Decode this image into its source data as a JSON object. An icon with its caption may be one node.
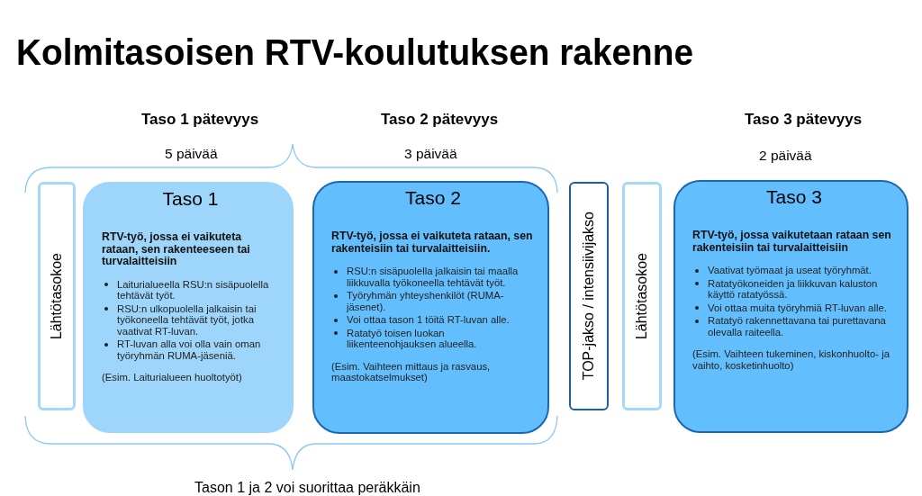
{
  "diagram": {
    "title": "Kolmitasoisen RTV-koulutuksen rakenne",
    "nodes": [
      {
        "text": [
          "Lähtötasokoe"
        ]
      },
      {
        "text": [
          "Taso 1",
          "RTV-työ, jossa ei vaikuteta rataan, sen rakenteeseen tai turvalaitteisiin",
          "Laiturialueella RSU:n sisäpuolella tehtävät työt.",
          "RSU:n ulkopuolella jalkaisin tai työkoneella tehtävät työt, jotka vaativat RT-luvan.",
          "RT-luvan alla voi olla vain oman työryhmän RUMA-jäseniä.",
          "(Esim. Laiturialueen huoltotyöt)"
        ]
      },
      {
        "text": [
          "Taso 2",
          "RTV-työ, jossa ei vaikuteta rataan, sen rakenteisiin tai turvalaitteisiin.",
          "RSU:n sisäpuolella jalkaisin tai maalla liikkuvalla työkoneella tehtävät työt.",
          "Työryhmän yhteyshenkilöt (RUMA-jäsenet).",
          "Voi ottaa tason 1 töitä RT-luvan alle.",
          "Ratatyö toisen luokan liikenteenohjauksen alueella.",
          "(Esim. Vaihteen mittaus ja rasvaus, maastokatselmukset)"
        ]
      },
      {
        "text": [
          "TOP-jakso / intensiivijakso"
        ]
      },
      {
        "text": [
          "Lähtötasokoe"
        ]
      },
      {
        "text": [
          "Taso 3",
          "RTV-työ, jossa vaikutetaan rataan sen rakenteisiin tai turvalaitteisiin",
          "Vaativat työmaat ja useat työryhmät.",
          "Ratatyökoneiden ja liikkuvan kaluston käyttö ratatyössä.",
          "Voi ottaa muita työryhmiä RT-luvan alle.",
          "Ratatyö rakennettavana tai purettavana olevalla raiteella.",
          "(Esim. Vaihteen tukeminen, kiskonhuolto- ja vaihto, kosketinhuolto)"
        ]
      }
    ],
    "labels": [
      "Taso 1 pätevyys",
      "Taso 2 pätevyys",
      "Taso 3 pätevyys",
      "5 päivää",
      "3 päivää",
      "2 päivää",
      "Tason 1 ja 2 voi suorittaa peräkkäin"
    ]
  }
}
